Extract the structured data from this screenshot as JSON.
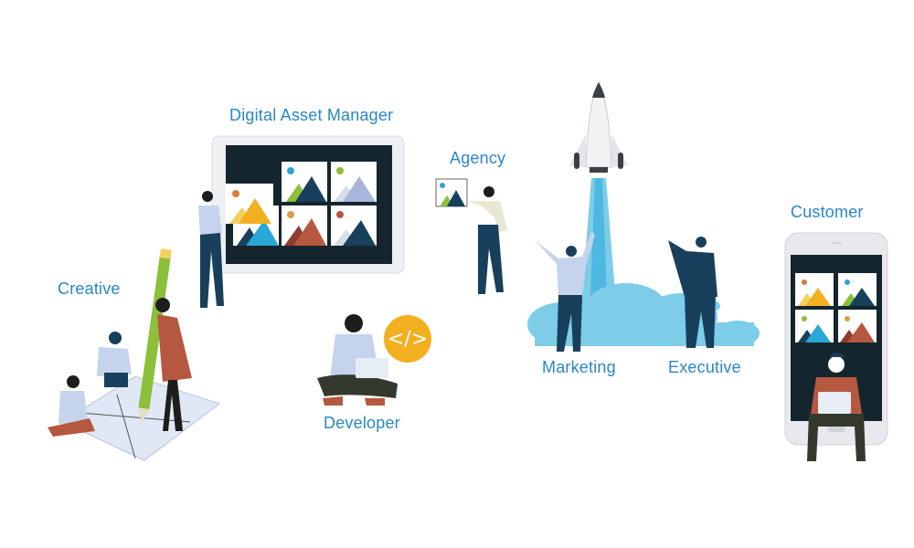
{
  "labels": {
    "dam": "Digital Asset Manager",
    "agency": "Agency",
    "creative": "Creative",
    "developer": "Developer",
    "marketing": "Marketing",
    "executive": "Executive",
    "customer": "Customer"
  },
  "developer_badge": {
    "glyph": "</>",
    "color": "#f2b021"
  },
  "colors": {
    "label": "#2a86c8",
    "navy": "#183f5c",
    "dark_screen": "#14252e",
    "sky": "#7dcde8",
    "rust": "#b5583f",
    "yellow": "#f2b021",
    "green": "#8cbf3a"
  }
}
